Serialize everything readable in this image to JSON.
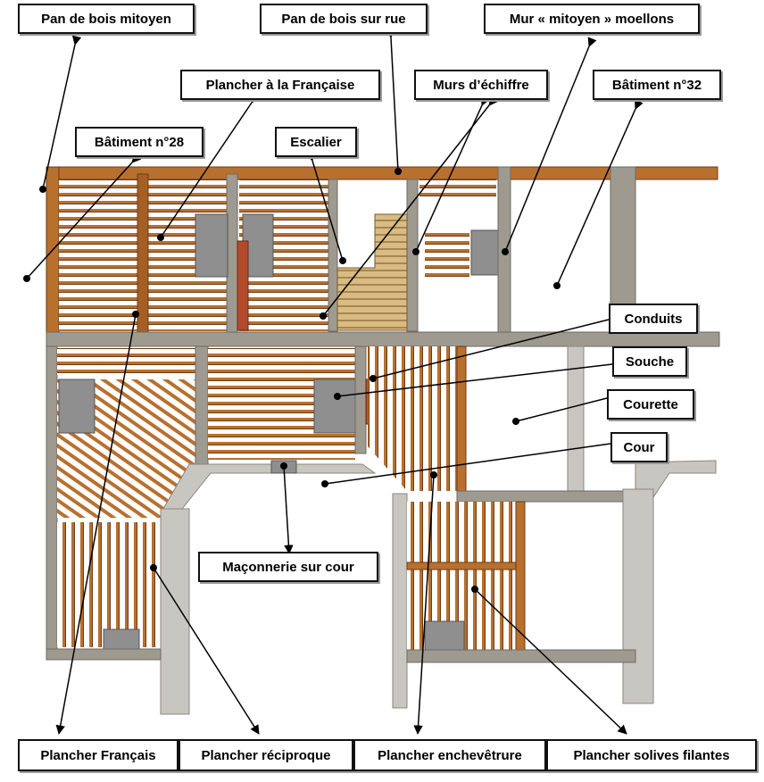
{
  "labels": {
    "pan_bois_mitoyen": "Pan de bois mitoyen",
    "pan_bois_rue": "Pan de bois sur rue",
    "mur_mitoyen_moellons": "Mur « mitoyen » moellons",
    "plancher_francaise": "Plancher à la Française",
    "murs_echiffre": "Murs d’échiffre",
    "batiment_32": "Bâtiment n°32",
    "batiment_28": "Bâtiment n°28",
    "escalier": "Escalier",
    "conduits": "Conduits",
    "souche": "Souche",
    "courette": "Courette",
    "cour": "Cour",
    "maconnerie_cour": "Maçonnerie sur cour",
    "plancher_francais": "Plancher Français",
    "plancher_reciproque": "Plancher réciproque",
    "plancher_enchevetrure": "Plancher enchevêtrure",
    "plancher_solives_filantes": "Plancher solives filantes"
  },
  "colors": {
    "timber": "#b8702f",
    "timber_dark": "#6e3a14",
    "stone": "#9e9a90",
    "stone_light": "#c8c6c0",
    "masonry_block": "#8f8f8f",
    "brick": "#b34a2a",
    "stair": "#c9a870"
  }
}
